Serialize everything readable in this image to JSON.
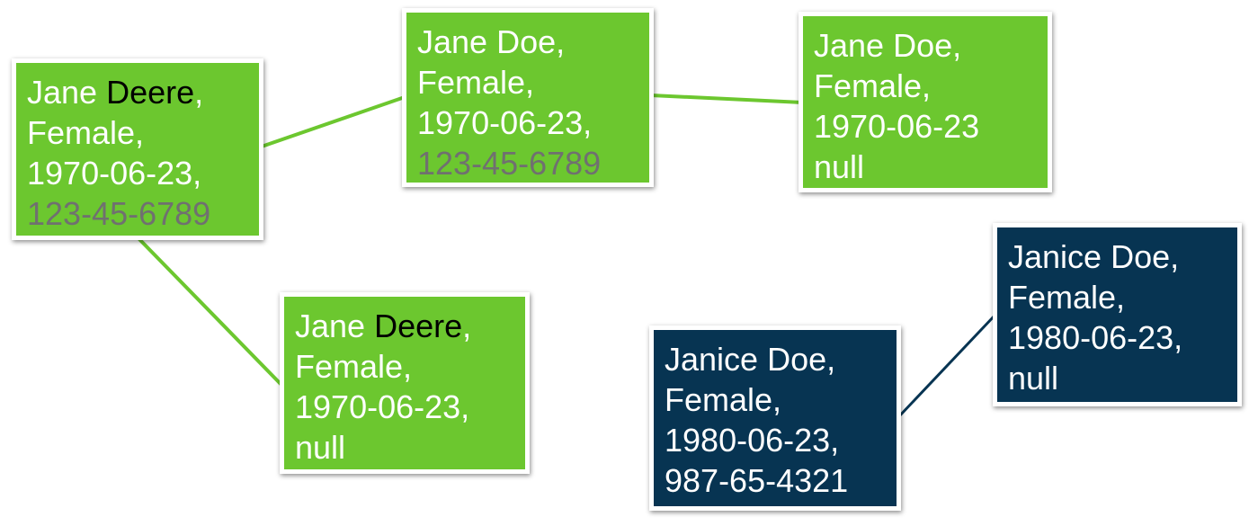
{
  "colors": {
    "green_node": "#6cc72f",
    "navy_node": "#073452",
    "green_link": "#6cc72f",
    "navy_link": "#073452",
    "name_highlight": "#000000",
    "dim_value": "#707070"
  },
  "nodes": {
    "a": {
      "first": "Jane ",
      "surname": "Deere",
      "name_suffix": ",",
      "gender": "Female,",
      "dob": "1970-06-23,",
      "ssn": "123-45-6789"
    },
    "b": {
      "name": "Jane Doe,",
      "gender": "Female,",
      "dob": "1970-06-23,",
      "ssn": "123-45-6789"
    },
    "c": {
      "name": "Jane Doe,",
      "gender": "Female,",
      "dob": "1970-06-23",
      "ssn": "null"
    },
    "d": {
      "first": "Jane ",
      "surname": "Deere",
      "name_suffix": ",",
      "gender": "Female,",
      "dob": "1970-06-23,",
      "ssn": "null"
    },
    "e": {
      "name": "Janice Doe,",
      "gender": "Female,",
      "dob": "1980-06-23,",
      "ssn": "987-65-4321"
    },
    "f": {
      "name": "Janice Doe,",
      "gender": "Female,",
      "dob": "1980-06-23,",
      "ssn": "null"
    }
  }
}
